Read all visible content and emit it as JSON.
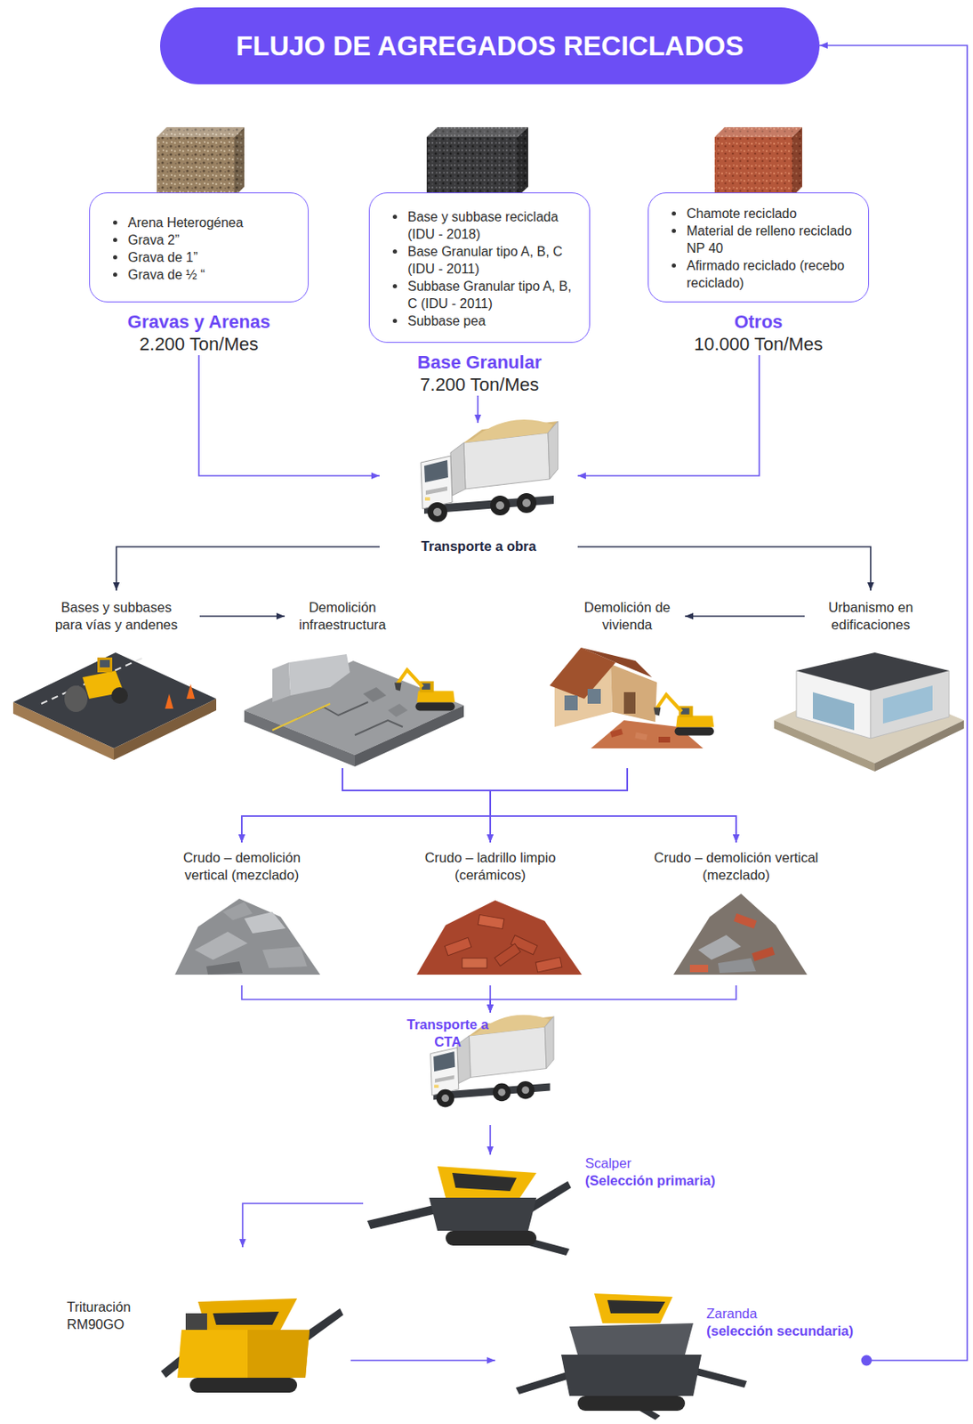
{
  "diagram": {
    "nodes": [
      {
        "text": [
          "FLUJO DE AGREGADOS RECICLADOS"
        ]
      },
      {
        "text": [
          "Arena Heterogénea",
          "Grava 2”",
          "Grava de 1”",
          "Grava de ½ “",
          "Gravas y Arenas",
          "2.200 Ton/Mes"
        ]
      },
      {
        "text": [
          "Base y subbase reciclada (IDU - 2018)",
          "Base Granular tipo A, B, C (IDU - 2011)",
          "Subbase Granular tipo A, B, C (IDU - 2011)",
          "Subbase pea",
          "Base Granular",
          "7.200 Ton/Mes"
        ]
      },
      {
        "text": [
          "Chamote reciclado",
          "Material de relleno reciclado NP 40",
          "Afirmado reciclado (recebo reciclado)",
          "Otros",
          "10.000 Ton/Mes"
        ]
      },
      {
        "text": [
          "Transporte a obra"
        ]
      },
      {
        "text": [
          "Bases y subbases para vías y andenes"
        ]
      },
      {
        "text": [
          "Demolición infraestructura"
        ]
      },
      {
        "text": [
          "Demolición de vivienda"
        ]
      },
      {
        "text": [
          "Urbanismo en edificaciones"
        ]
      },
      {
        "text": [
          "Crudo – demolición vertical (mezclado)"
        ]
      },
      {
        "text": [
          "Crudo – ladrillo limpio (cerámicos)"
        ]
      },
      {
        "text": [
          "Crudo – demolición vertical (mezclado)"
        ]
      },
      {
        "text": [
          "Transporte a CTA"
        ]
      },
      {
        "text": [
          "Scalper",
          "(Selección primaria)"
        ]
      },
      {
        "text": [
          "Trituración RM90GO"
        ]
      },
      {
        "text": [
          "Zaranda",
          "(selección secundaria)"
        ]
      }
    ],
    "edges": [
      {
        "from": 1,
        "to": 4,
        "arrow": "to"
      },
      {
        "from": 2,
        "to": 4,
        "arrow": "to"
      },
      {
        "from": 3,
        "to": 4,
        "arrow": "to"
      },
      {
        "from": 4,
        "to": 5,
        "arrow": "to"
      },
      {
        "from": 4,
        "to": 8,
        "arrow": "to"
      },
      {
        "from": 5,
        "to": 6,
        "arrow": "to"
      },
      {
        "from": 8,
        "to": 7,
        "arrow": "to"
      },
      {
        "from": 6,
        "to": 9,
        "arrow": "to"
      },
      {
        "from": 6,
        "to": 10,
        "arrow": "to"
      },
      {
        "from": 6,
        "to": 11,
        "arrow": "to"
      },
      {
        "from": 7,
        "to": 9,
        "arrow": "to"
      },
      {
        "from": 7,
        "to": 10,
        "arrow": "to"
      },
      {
        "from": 7,
        "to": 11,
        "arrow": "to"
      },
      {
        "from": 9,
        "to": 12,
        "arrow": "to"
      },
      {
        "from": 10,
        "to": 12,
        "arrow": "to"
      },
      {
        "from": 11,
        "to": 12,
        "arrow": "to"
      },
      {
        "from": 12,
        "to": 13,
        "arrow": "to"
      },
      {
        "from": 13,
        "to": 14,
        "arrow": "to"
      },
      {
        "from": 14,
        "to": 15,
        "arrow": "to"
      },
      {
        "from": 15,
        "to": 0,
        "arrow": "to"
      }
    ]
  }
}
